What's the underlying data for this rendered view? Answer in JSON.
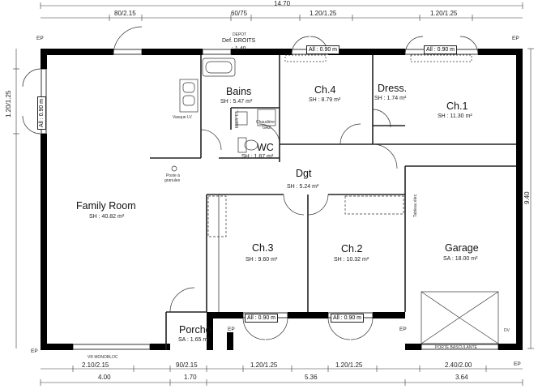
{
  "rooms": {
    "family_room": {
      "name": "Family Room",
      "area": "SH : 40.82 m²"
    },
    "bains": {
      "name": "Bains",
      "area": "SH : 5.47 m²"
    },
    "ch4": {
      "name": "Ch.4",
      "area": "SH : 8.79 m²"
    },
    "dress": {
      "name": "Dress.",
      "area": "SH : 1.74 m²"
    },
    "ch1": {
      "name": "Ch.1",
      "area": "SH : 11.30 m²"
    },
    "wc": {
      "name": "WC",
      "area": "SH : 1.87 m²"
    },
    "dgt": {
      "name": "Dgt",
      "area": "SH : 5.24 m²"
    },
    "ch3": {
      "name": "Ch.3",
      "area": "SH : 9.60 m²"
    },
    "ch2": {
      "name": "Ch.2",
      "area": "SH : 10.32 m²"
    },
    "garage": {
      "name": "Garage",
      "area": "SA : 18.00 m²"
    },
    "porche": {
      "name": "Porche",
      "area": "SA : 1.65 m²"
    }
  },
  "dimensions": {
    "top_total": "14.70",
    "top_window_1": "80/2.15",
    "top_window_2": "60/75",
    "top_window_3": "1.20/1.25",
    "top_window_4": "1.20/1.25",
    "depot_1": "DEPOT",
    "depot_2": "Def. DROITS",
    "depot_value": ": 1.40",
    "left_window": "1.20/1.25",
    "right_total": "9.40",
    "bottom_window_1": "2.10/2.15",
    "bottom_window_2": "90/2.15",
    "bottom_window_3": "1.20/1.25",
    "bottom_window_4": "1.20/1.25",
    "bottom_window_5": "2.40/2.00",
    "bottom_seg_1": "4.00",
    "bottom_seg_2": "1.70",
    "bottom_seg_3": "5.36",
    "bottom_seg_4": "3.64"
  },
  "allege": {
    "top_ch4": "All : 0.90 m",
    "top_ch1": "All : 0.90 m",
    "left": "All : 0.90 m",
    "bottom_ch3": "All : 0.90 m",
    "bottom_ch2": "All : 0.90 m"
  },
  "fixtures": {
    "vasque": "Vasque LV",
    "chaudiere_1": "Chaudière",
    "chaudiere_2": "GAZ",
    "machine": "Mach. L.L.",
    "poste": "Poste à",
    "poste2": "granules",
    "tableau": "Tableau élec.",
    "vr_monobloc": "VR MONOBLOC",
    "porte_basculante": "PORTE BASCULANTE",
    "dv": "DV"
  },
  "ep_marks": {
    "label": "EP"
  }
}
